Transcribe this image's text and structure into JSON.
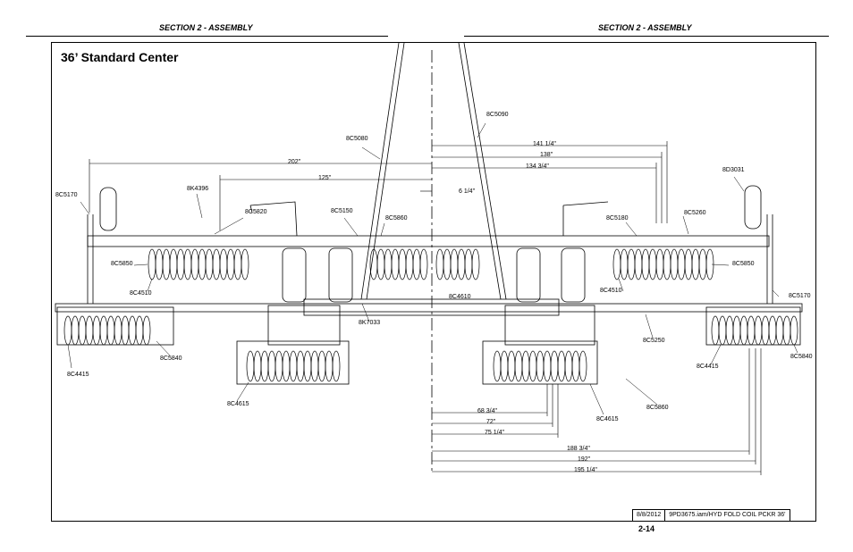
{
  "header": {
    "left": "SECTION 2 - ASSEMBLY",
    "right": "SECTION 2 - ASSEMBLY"
  },
  "title": "36’ Standard Center",
  "labels": {
    "p8C5090": "8C5090",
    "p8C5080": "8C5080",
    "p8D3031": "8D3031",
    "p8C5170_l": "8C5170",
    "p8K4396": "8K4396",
    "p8C5820": "8C5820",
    "p8C5150": "8C5150",
    "p8C5860_top": "8C5860",
    "p8C5180": "8C5180",
    "p8C5260": "8C5260",
    "p8C5850_l": "8C5850",
    "p8C5850_r": "8C5850",
    "p8C4510_l": "8C4510",
    "p8C4610": "8C4610",
    "p8C4510_r": "8C4510",
    "p8C5170_r": "8C5170",
    "p8K7033": "8K7033",
    "p8C5250": "8C5250",
    "p8C5840_l": "8C5840",
    "p8C4415_l": "8C4415",
    "p8C4415_r": "8C4415",
    "p8C5840_r": "8C5840",
    "p8C4615_l": "8C4615",
    "p8C4615_r": "8C4615",
    "p8C5860_bot": "8C5860"
  },
  "dimensions": {
    "d141": "141 1/4\"",
    "d138": "138\"",
    "d134": "134 3/4\"",
    "d202": "202\"",
    "d125": "125\"",
    "d6": "6 1/4\"",
    "d68": "68 3/4\"",
    "d72": "72\"",
    "d75": "75 1/4\"",
    "d188": "188 3/4\"",
    "d192": "192\"",
    "d195": "195 1/4\""
  },
  "footer": {
    "date": "8/8/2012",
    "file": "9PD3675.iam/HYD FOLD COIL PCKR 36'",
    "page": "2-14"
  }
}
